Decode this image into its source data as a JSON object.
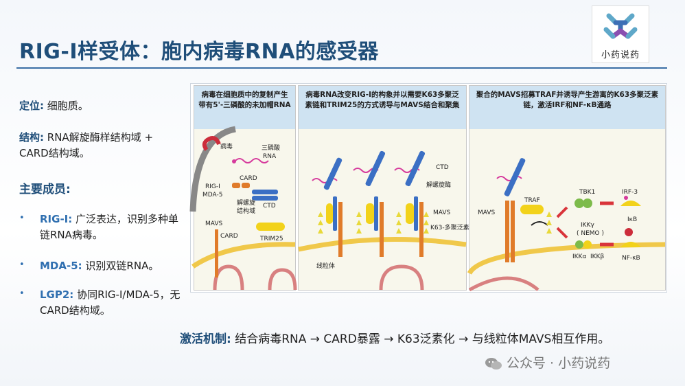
{
  "slide": {
    "title": "RIG-I样受体：胞内病毒RNA的感受器",
    "logo_text": "小药说药",
    "location": {
      "label": "定位:",
      "text": " 细胞质。"
    },
    "structure": {
      "label": "结构:",
      "text": " RNA解旋酶样结构域 + CARD结构域。"
    },
    "members_heading": "主要成员:",
    "members": [
      {
        "name": "RIG-I:",
        "desc": " 广泛表达，识别多种单链RNA病毒。"
      },
      {
        "name": "MDA-5:",
        "desc": " 识别双链RNA。"
      },
      {
        "name": "LGP2:",
        "desc": " 协同RIG-I/MDA-5，无CARD结构域。"
      }
    ],
    "activation": {
      "label": "激活机制:",
      "text": " 结合病毒RNA → CARD暴露 → K63泛素化 → 与线粒体MAVS相互作用。"
    },
    "watermark": "公众号 · 小药说药",
    "bullet": "•"
  },
  "figure": {
    "panels": [
      {
        "header": "病毒在细胞质中的复制产生带有5'-三磷酸的未加帽RNA",
        "labels": {
          "virus": "病毒",
          "triphosphate": "三磷酸",
          "rna": "RNA",
          "rig": "RIG-I",
          "mda": "MDA-5",
          "card_top": "CARD",
          "helicase1": "解螺旋",
          "helicase2": "结构域",
          "ctd": "CTD",
          "mavs": "MAVS",
          "card": "CARD",
          "trim": "TRIM25"
        }
      },
      {
        "header": "病毒RNA改变RIG-I的构象并以需要K63多聚泛素链和TRIM25的方式诱导与MAVS结合和聚集",
        "labels": {
          "ctd": "CTD",
          "helicase": "解螺旋酶",
          "mavs": "MAVS",
          "k63": "K63-多聚泛素",
          "mito": "线粒体"
        }
      },
      {
        "header": "聚合的MAVS招募TRAF并诱导产生游离的K63多聚泛素链，激活IRF和NF-κB通路",
        "labels": {
          "mavs": "MAVS",
          "traf": "TRAF",
          "tbk1": "TBK1",
          "irf3": "IRF-3",
          "ikky": "IKKγ",
          "nemo": "( NEMO )",
          "ikka": "IKKα",
          "ikkb": "IKKβ",
          "ikb": "IκB",
          "nfkb": "NF-κB"
        }
      }
    ]
  },
  "colors": {
    "title": "#1f4e79",
    "accent": "#2f6fb0",
    "helicase": "#3b6fc4",
    "card": "#e07b2a",
    "trim": "#f2d21a",
    "rna": "#d63a9c",
    "arrow": "#d9343a"
  }
}
